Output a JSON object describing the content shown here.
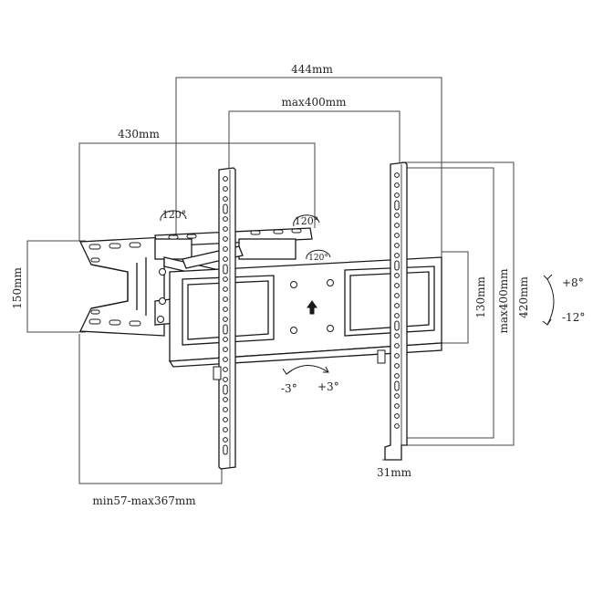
{
  "dimensions": {
    "bracket_width": "444mm",
    "max_vesa_width": "max400mm",
    "arm_span": "430mm",
    "wall_plate_height": "150mm",
    "rail_hole_span": "130mm",
    "max_vesa_height": "max400mm",
    "rail_height": "420mm",
    "wall_profile": "31mm",
    "extension": "min57-max367mm"
  },
  "angles": {
    "arm_left": "120°",
    "arm_mid": "120°",
    "arm_right": "120°",
    "tilt_up": "+8°",
    "tilt_down": "-12°",
    "level_minus": "-3°",
    "level_plus": "+3°"
  },
  "colors": {
    "line": "#1a1a1a",
    "dim_line": "#444444",
    "fill": "#ffffff"
  }
}
